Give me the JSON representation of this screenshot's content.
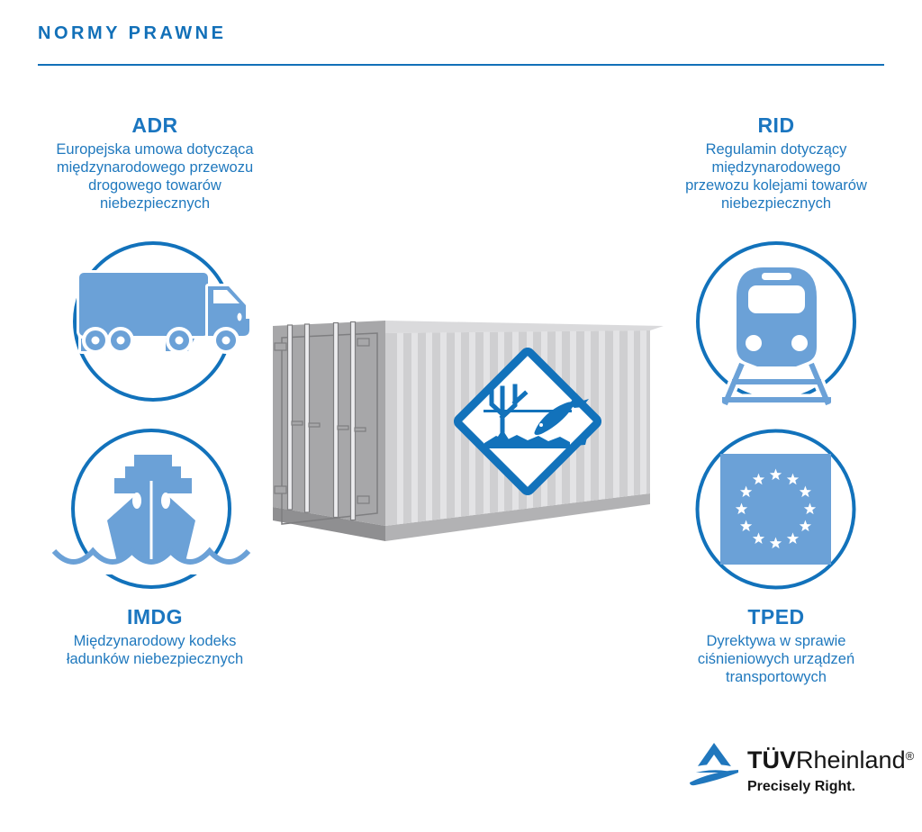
{
  "page": {
    "title": "NORMY PRAWNE"
  },
  "standards": [
    {
      "abbr": "ADR",
      "description": "Europejska umowa dotycząca\nmiędzynarodowego przewozu\ndrogowego towarów\nniebezpiecznych",
      "icon": "truck-icon"
    },
    {
      "abbr": "RID",
      "description": "Regulamin dotyczący\nmiędzynarodowego\nprzewozu kolejami towarów\nniebezpiecznych",
      "icon": "train-icon"
    },
    {
      "abbr": "IMDG",
      "description": "Międzynarodowy kodeks\nładunków niebezpiecznych",
      "icon": "ship-icon"
    },
    {
      "abbr": "TPED",
      "description": "Dyrektywa w sprawie\nciśnieniowych urządzeń\ntransportowych",
      "icon": "eu-flag-icon"
    }
  ],
  "illustration": {
    "name": "shipping-container",
    "placard": "environmental-hazard-placard"
  },
  "logo": {
    "brand_bold": "TÜV",
    "brand_regular": "Rheinland",
    "registered_mark": "®",
    "tagline": "Precisely Right."
  },
  "colors": {
    "primary_blue": "#1272bb",
    "title_blue": "#1270b8",
    "text_blue": "#2079be",
    "icon_light_blue": "#6ba1d7",
    "container_side_gray": "#cfcfd1",
    "container_door_gray": "#a7a7a9",
    "logo_text": "#161616"
  }
}
